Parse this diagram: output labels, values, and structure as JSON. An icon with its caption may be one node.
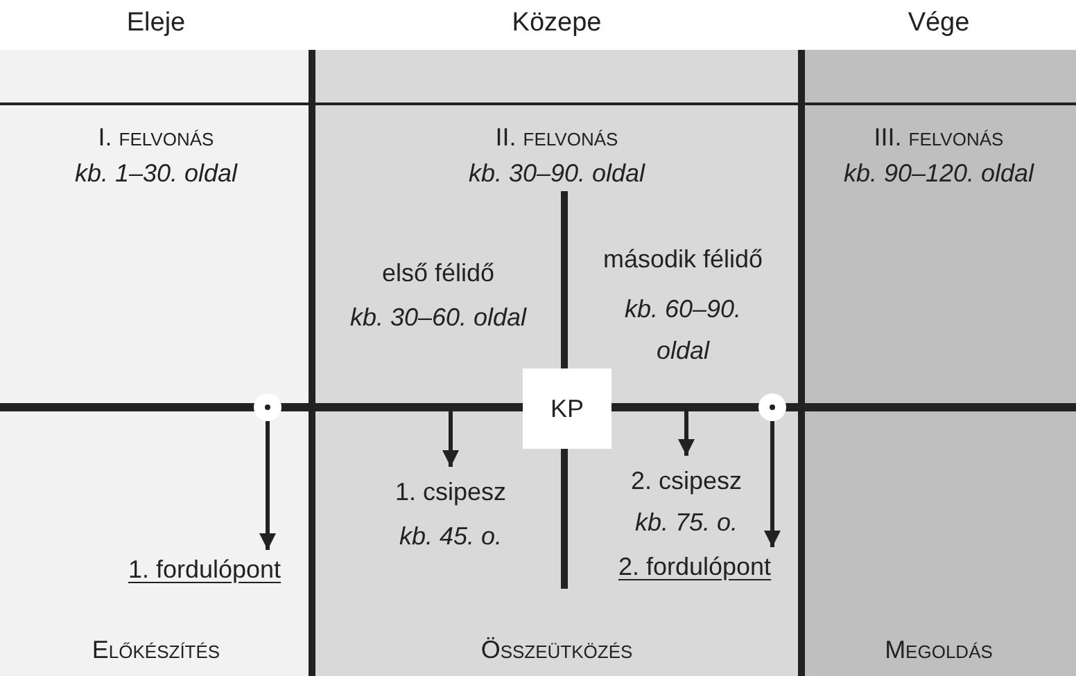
{
  "diagram": {
    "nodes": [
      {
        "text": [
          "Eleje",
          "I. felvonás",
          "kb. 1–30. oldal",
          "Előkészítés"
        ]
      },
      {
        "text": [
          "Közepe",
          "II. felvonás",
          "kb. 30–90. oldal",
          "Összeütközés"
        ]
      },
      {
        "text": [
          "első félidő",
          "kb. 30–60. oldal"
        ],
        "in": 1
      },
      {
        "text": [
          "második félidő",
          "kb. 60–90. oldal"
        ],
        "in": 1
      },
      {
        "text": [
          "Vége",
          "III. felvonás",
          "kb. 90–120. oldal",
          "Megoldás"
        ]
      },
      {
        "text": [
          "KP"
        ],
        "in": 1
      },
      {
        "text": [],
        "shape": "circle",
        "in": 0
      },
      {
        "text": [
          "1. fordulópont"
        ],
        "in": 0
      },
      {
        "text": [
          "1. csipesz",
          "kb. 45. o."
        ],
        "in": 2
      },
      {
        "text": [],
        "shape": "circle",
        "in": 3
      },
      {
        "text": [
          "2. csipesz",
          "kb. 75. o."
        ],
        "in": 3
      },
      {
        "text": [
          "2. fordulópont"
        ],
        "in": 3
      }
    ],
    "edges": [
      {
        "from": 6,
        "to": 7,
        "arrow": "to"
      },
      {
        "from": null,
        "to": 8,
        "arrow": "to"
      },
      {
        "from": null,
        "to": 10,
        "arrow": "to"
      },
      {
        "from": 9,
        "to": 11,
        "arrow": "to"
      }
    ]
  }
}
